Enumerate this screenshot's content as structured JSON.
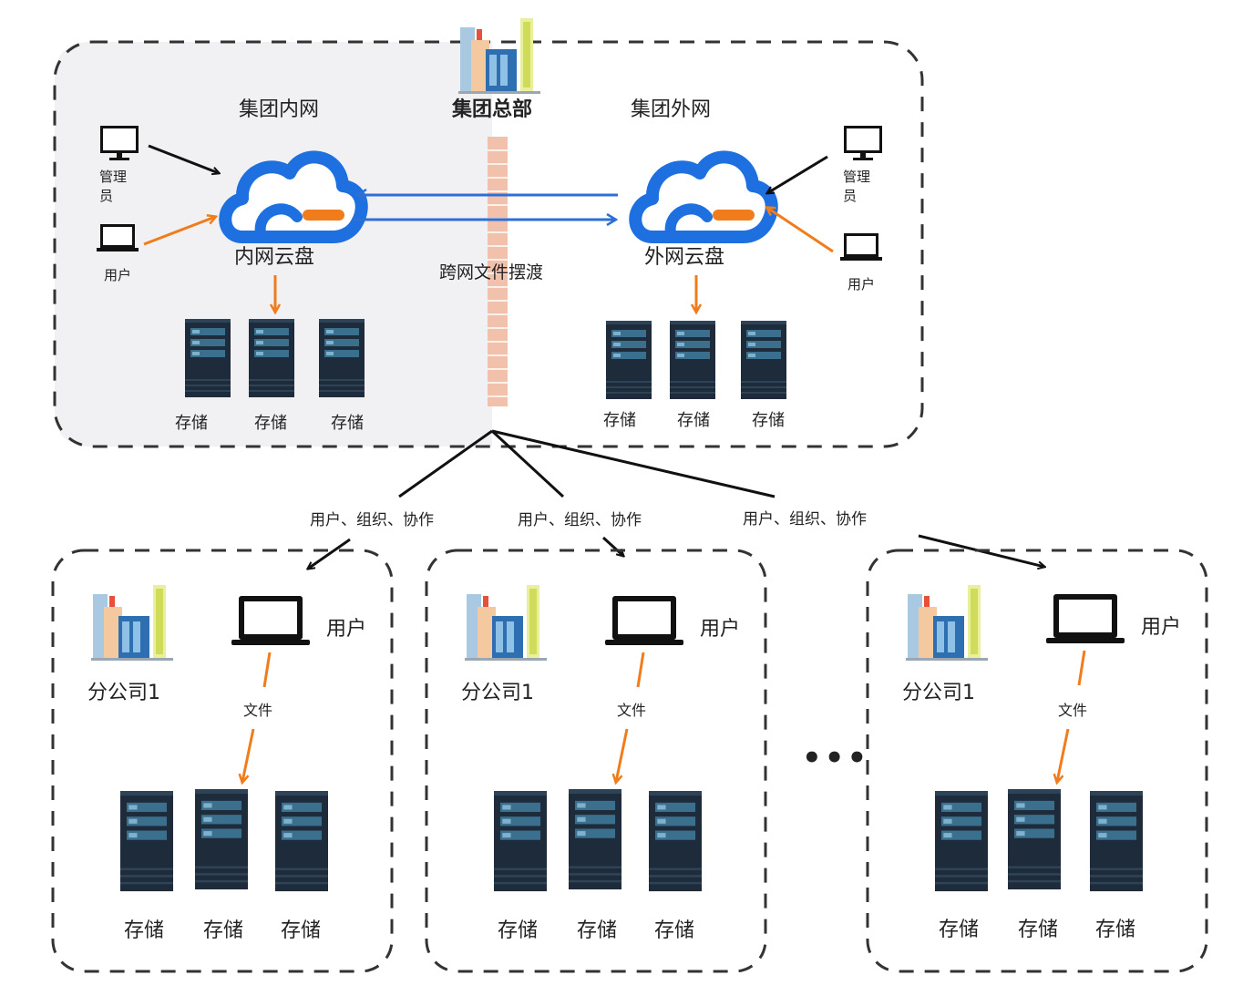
{
  "headquarters": {
    "title": "集团总部",
    "intranet": {
      "region_label": "集团内网",
      "cloud_label": "内网云盘",
      "admin_label": "管理员",
      "user_label": "用户",
      "storage_labels": [
        "存储",
        "存储",
        "存储"
      ]
    },
    "extranet": {
      "region_label": "集团外网",
      "cloud_label": "外网云盘",
      "admin_label": "管理员",
      "user_label": "用户",
      "storage_labels": [
        "存储",
        "存储",
        "存储"
      ]
    },
    "ferry_label": "跨网文件摆渡"
  },
  "links": [
    "用户、组织、协作",
    "用户、组织、协作",
    "用户、组织、协作"
  ],
  "branches": [
    {
      "name": "分公司1",
      "user_label": "用户",
      "file_label": "文件",
      "storage_labels": [
        "存储",
        "存储",
        "存储"
      ]
    },
    {
      "name": "分公司1",
      "user_label": "用户",
      "file_label": "文件",
      "storage_labels": [
        "存储",
        "存储",
        "存储"
      ]
    },
    {
      "name": "分公司1",
      "user_label": "用户",
      "file_label": "文件",
      "storage_labels": [
        "存储",
        "存储",
        "存储"
      ]
    }
  ],
  "ellipsis": "•••",
  "colors": {
    "cloud_blue": "#1e6fe0",
    "orange": "#f07c1c",
    "server_dark": "#1d2b3a",
    "server_panel": "#3b6f8e",
    "firewall": "#f2c1ac",
    "zone_fill": "#f1f1f3"
  }
}
